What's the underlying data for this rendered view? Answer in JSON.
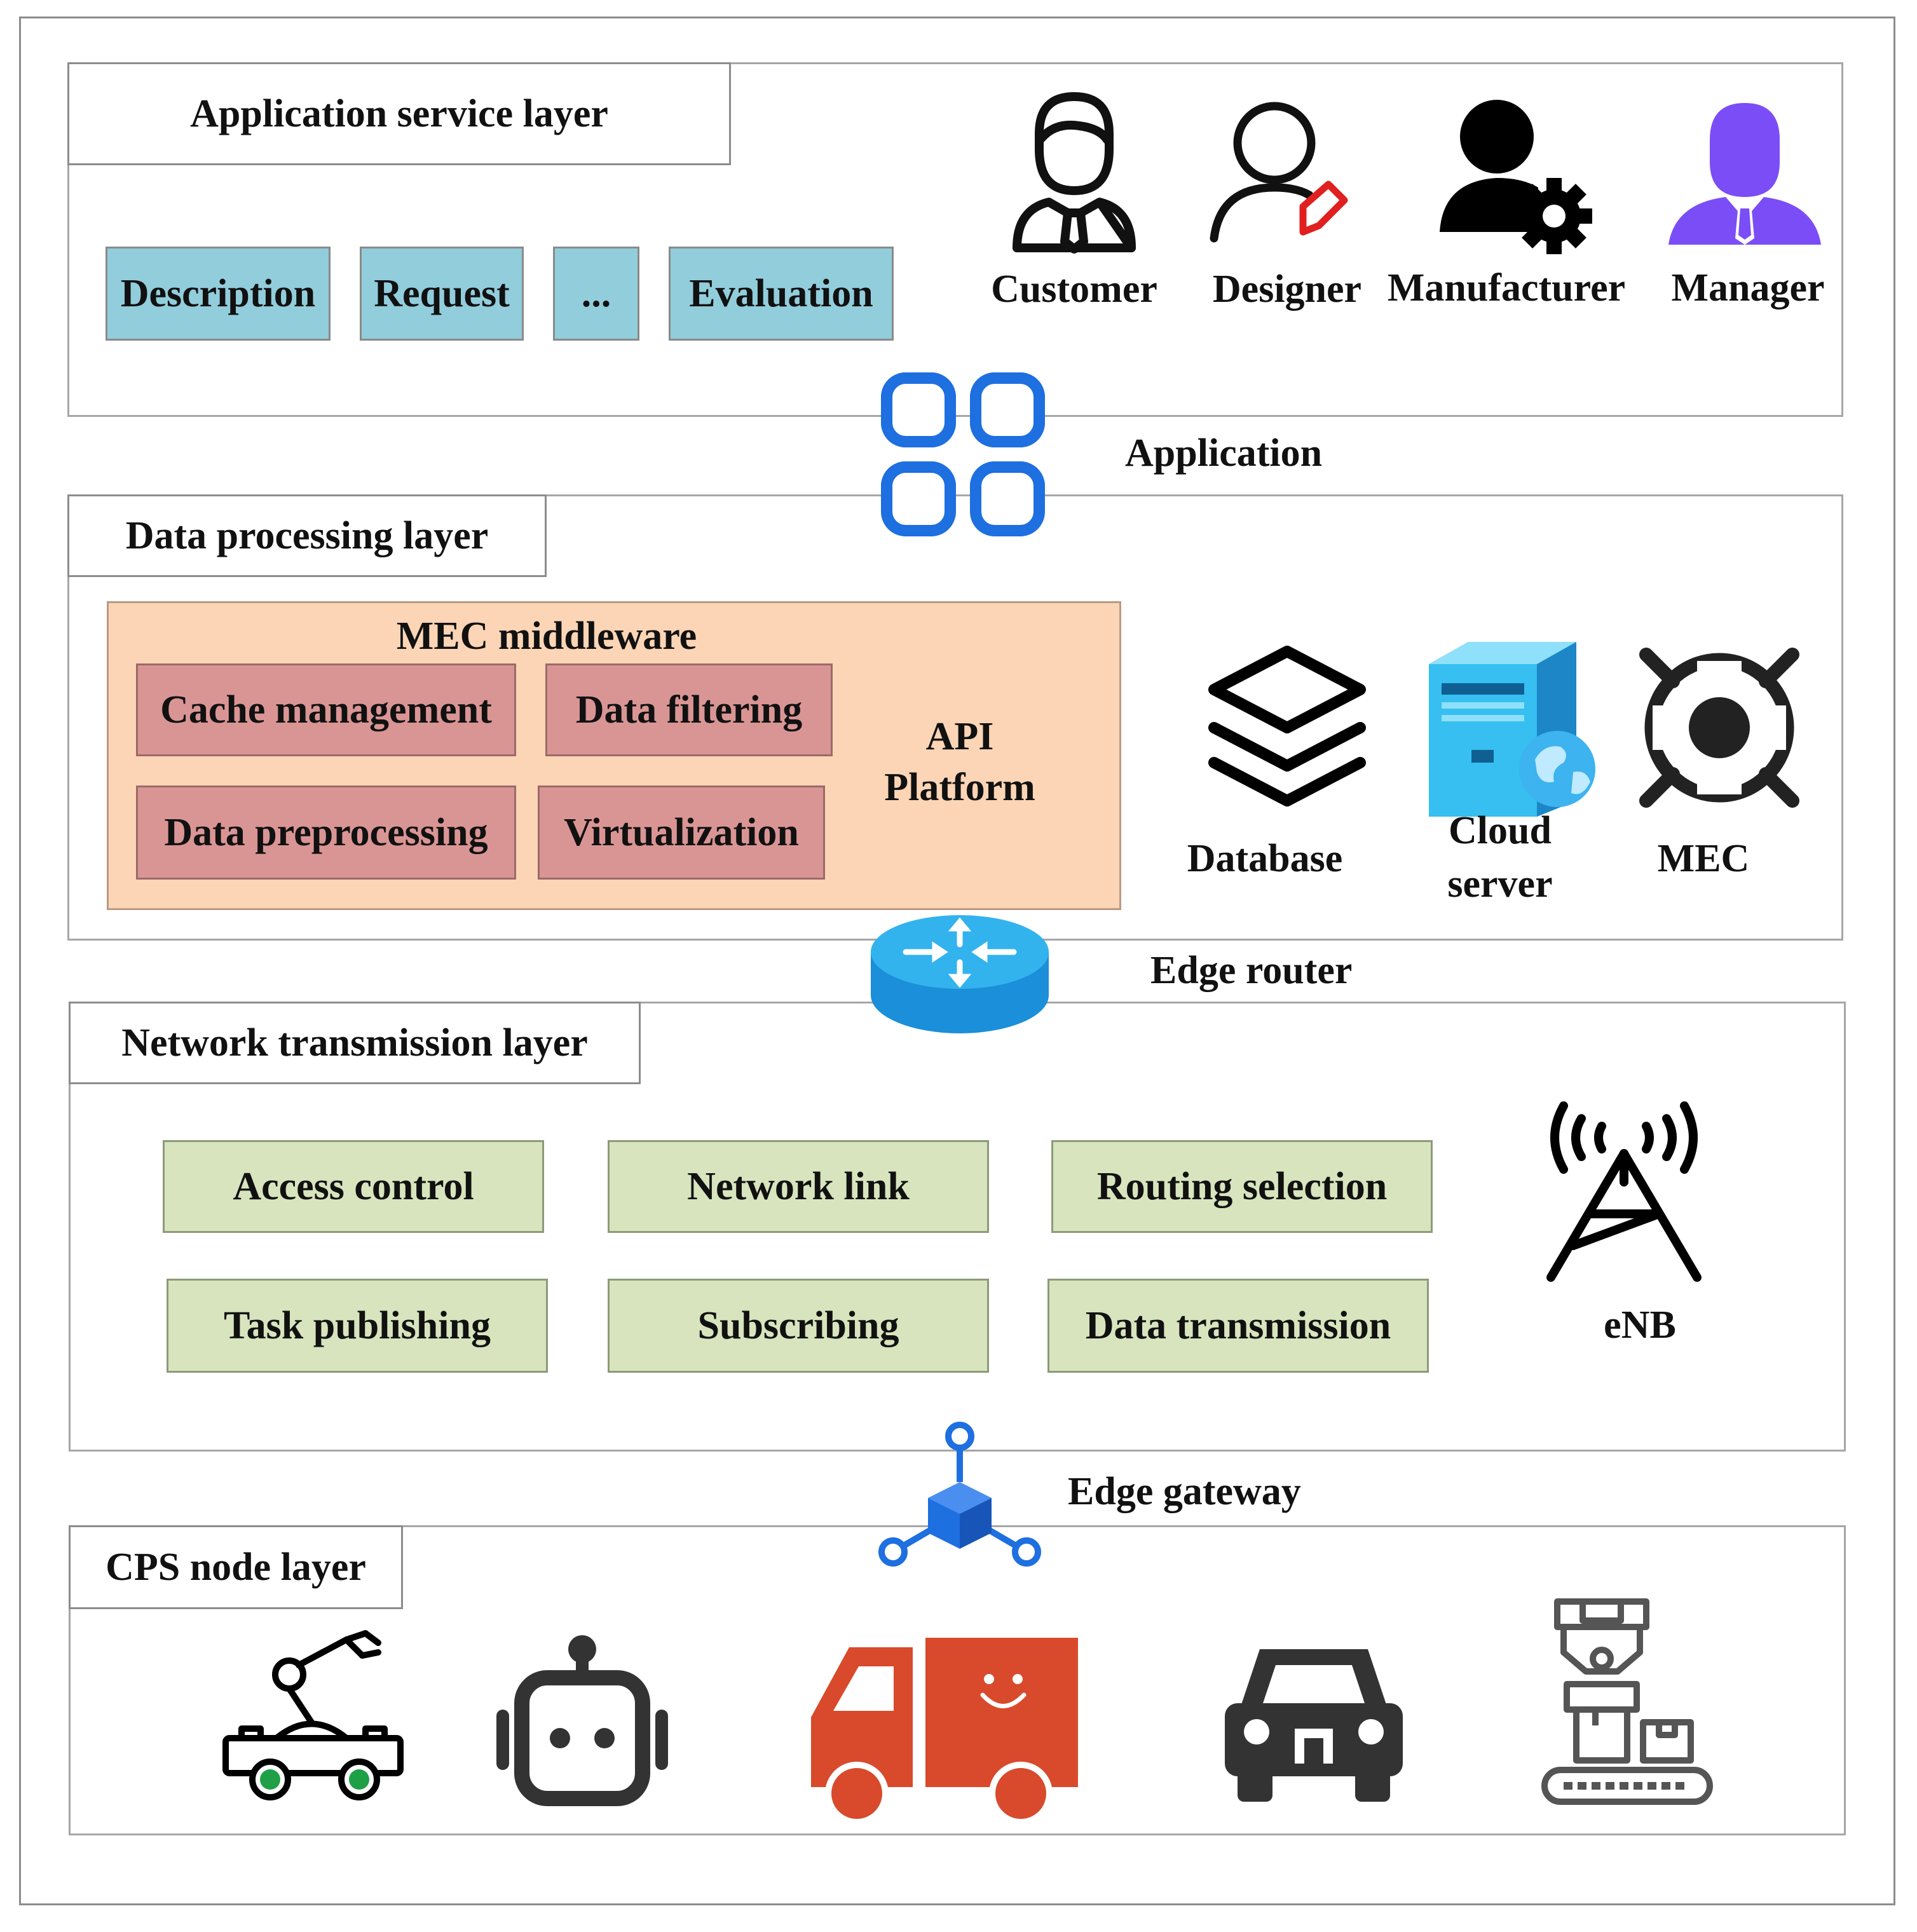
{
  "layers": {
    "application": {
      "title": "Application service layer",
      "boxes": [
        "Description",
        "Request",
        "...",
        "Evaluation"
      ],
      "roles": [
        "Customer",
        "Designer",
        "Manufacturer",
        "Manager"
      ]
    },
    "data_processing": {
      "title": "Data processing layer",
      "middleware_title": "MEC middleware",
      "boxes": [
        "Cache management",
        "Data filtering",
        "Data preprocessing",
        "Virtualization"
      ],
      "api_line1": "API",
      "api_line2": "Platform",
      "devices": {
        "database": "Database",
        "cloud_line1": "Cloud",
        "cloud_line2": "server",
        "mec": "MEC"
      }
    },
    "network": {
      "title": "Network transmission layer",
      "boxes": [
        "Access control",
        "Network link",
        "Routing selection",
        "Task publishing",
        "Subscribing",
        "Data transmission"
      ],
      "enb": "eNB"
    },
    "cps": {
      "title": "CPS node layer",
      "icons": [
        "robot-arm-vehicle-icon",
        "robot-icon",
        "delivery-truck-icon",
        "car-icon",
        "industrial-machine-icon"
      ]
    }
  },
  "connectors": {
    "application": "Application",
    "edge_router": "Edge router",
    "edge_gateway": "Edge gateway"
  },
  "colors": {
    "blue_box": "#92cddc",
    "red_box": "#d99594",
    "green_box": "#d7e4bd",
    "middleware": "#fbd5b5",
    "accent_blue": "#1e6fe0",
    "manager_purple": "#7b4df7",
    "truck_red": "#d84a2b"
  }
}
